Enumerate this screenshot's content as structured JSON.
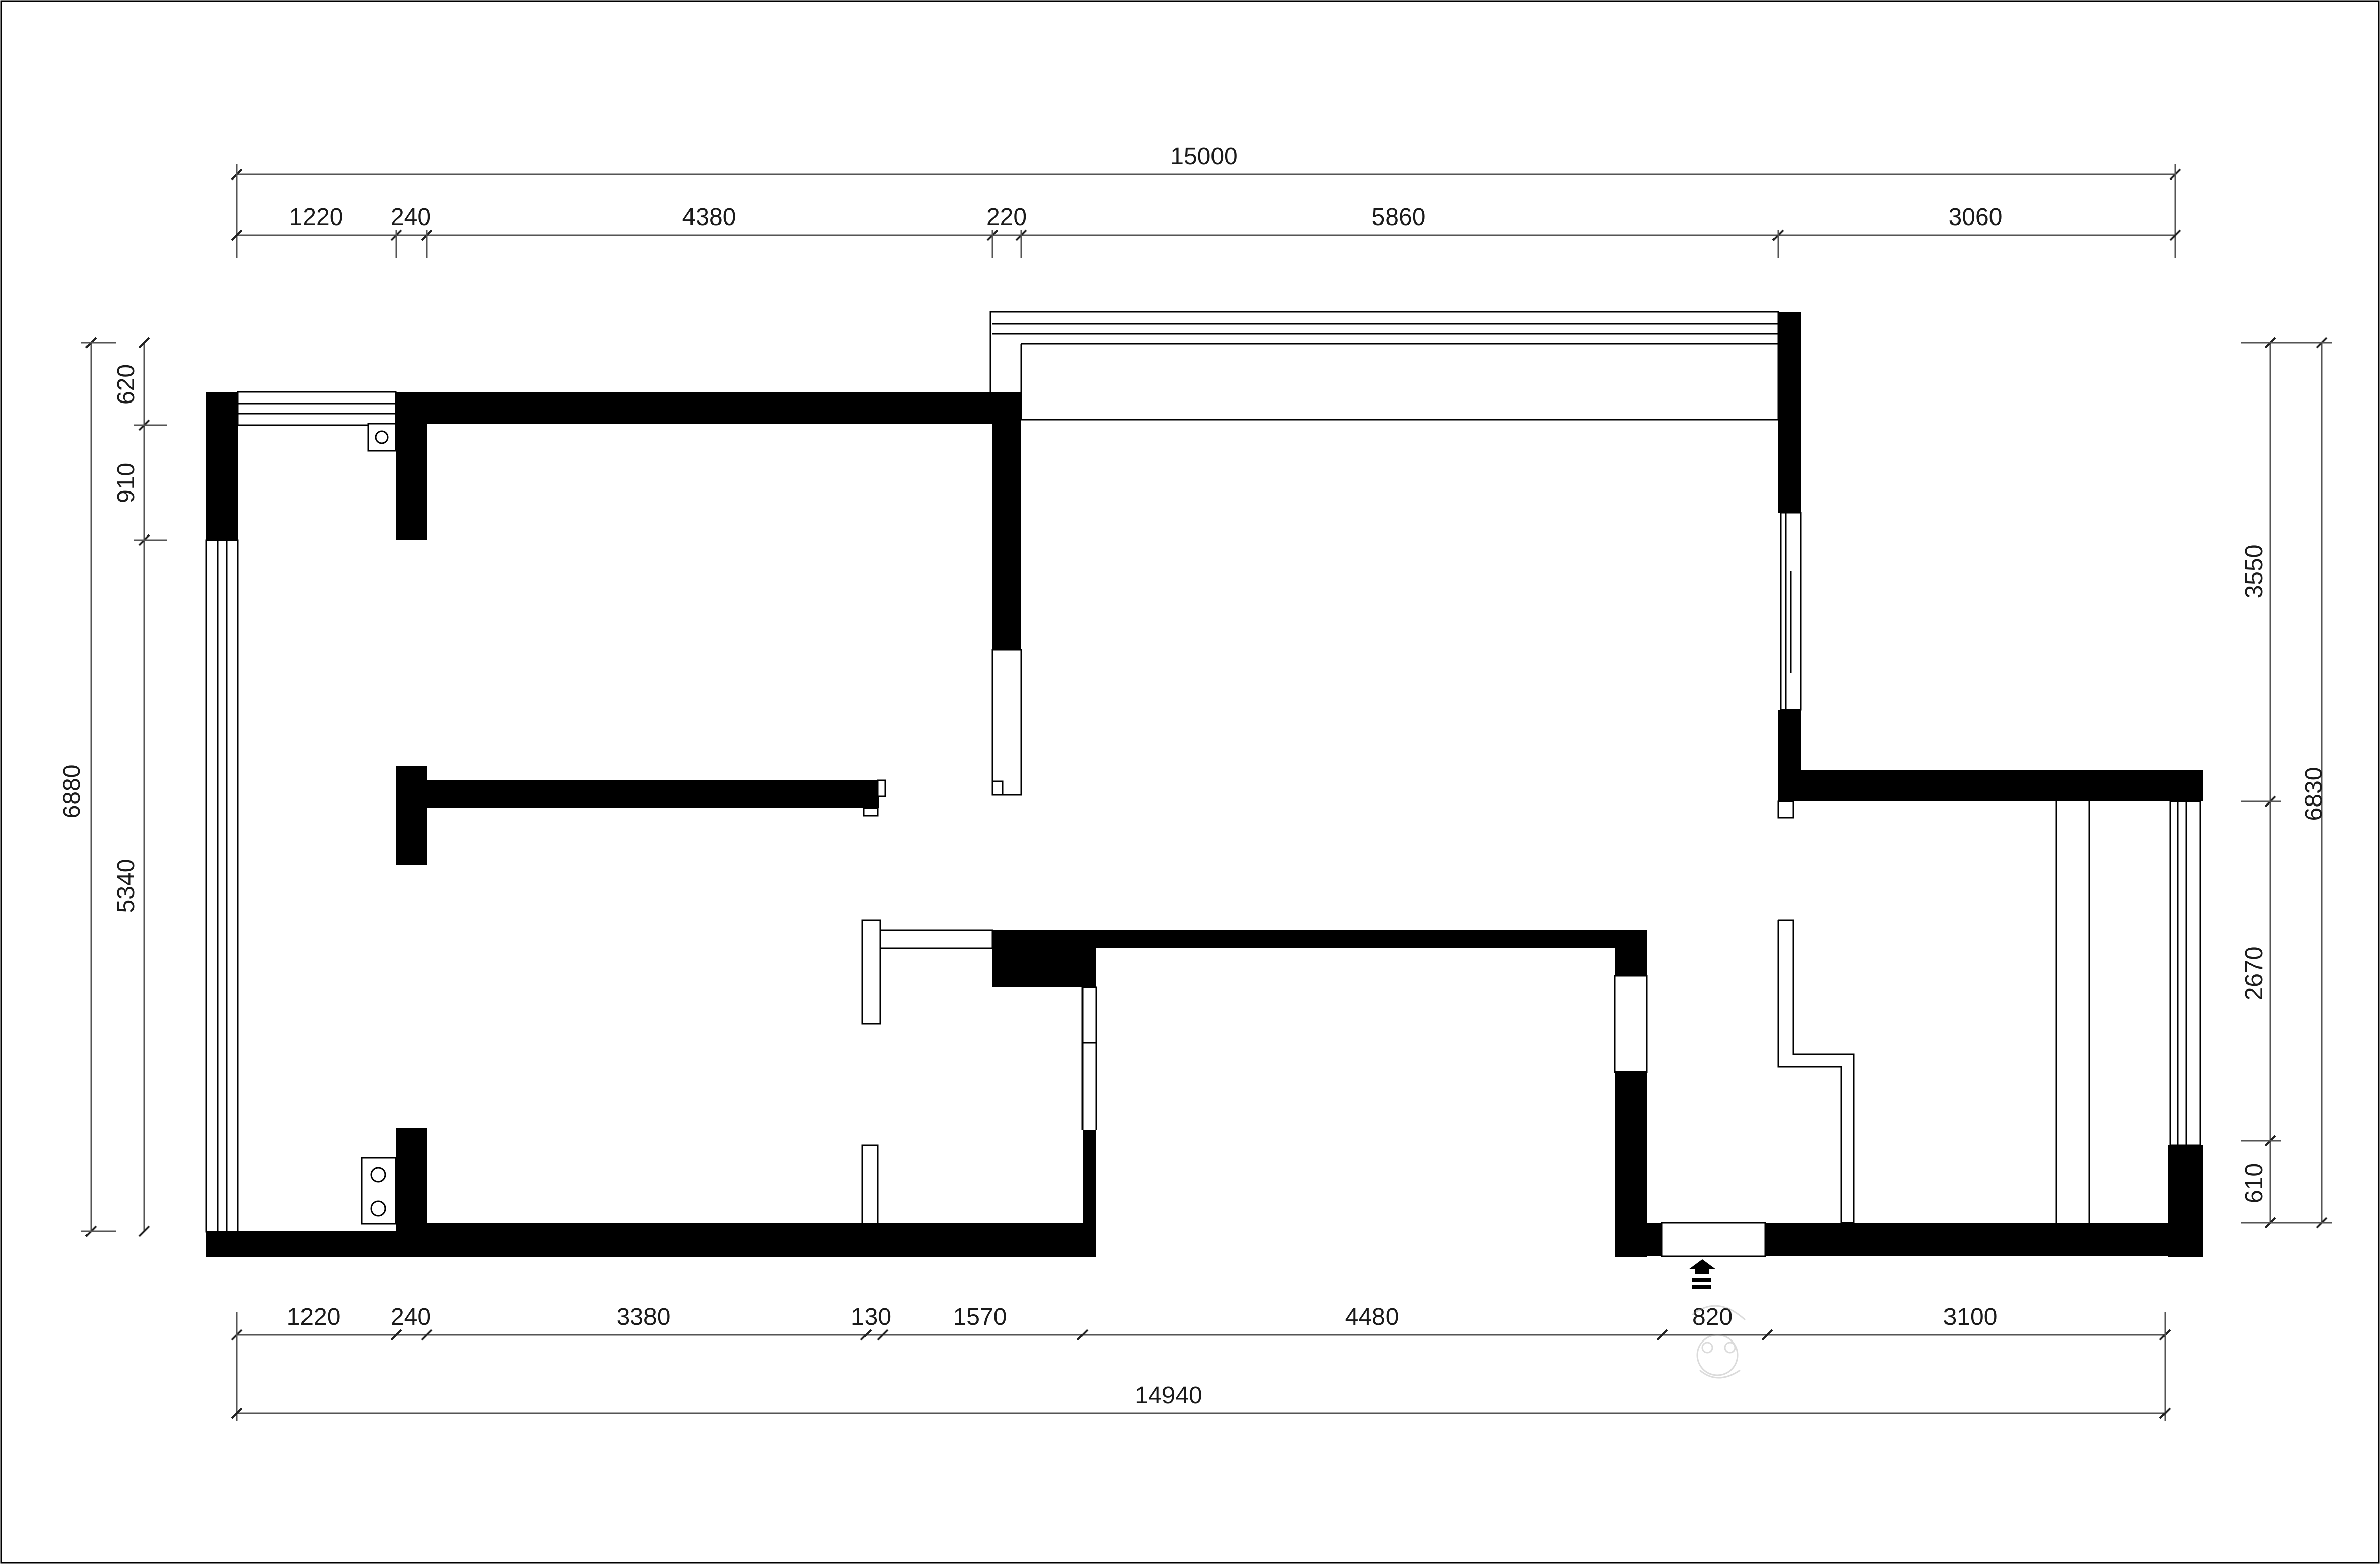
{
  "dimensions": {
    "top_total": "15000",
    "top_segments": [
      "1220",
      "240",
      "4380",
      "220",
      "5860",
      "3060"
    ],
    "bottom_segments": [
      "1220",
      "240",
      "3380",
      "130",
      "1570",
      "4480",
      "820",
      "3100"
    ],
    "bottom_total": "14940",
    "left_total": "6880",
    "left_segments": [
      "620",
      "910",
      "5340"
    ],
    "right_total": "6830",
    "right_segments": [
      "3550",
      "2670",
      "610"
    ]
  }
}
